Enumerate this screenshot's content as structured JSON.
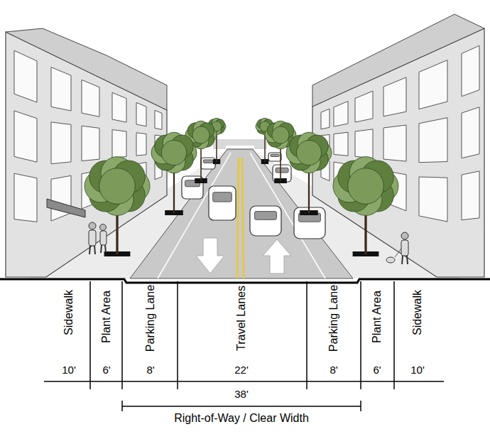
{
  "diagram": {
    "labels": [
      "Sidewalk",
      "Plant Area",
      "Parking Lane",
      "Travel Lanes",
      "Parking Lane",
      "Plant Area",
      "Sidewalk",
      "10'",
      "6'",
      "8'",
      "22'",
      "8'",
      "6'",
      "10'",
      "38'",
      "Right-of-Way / Clear Width"
    ]
  }
}
